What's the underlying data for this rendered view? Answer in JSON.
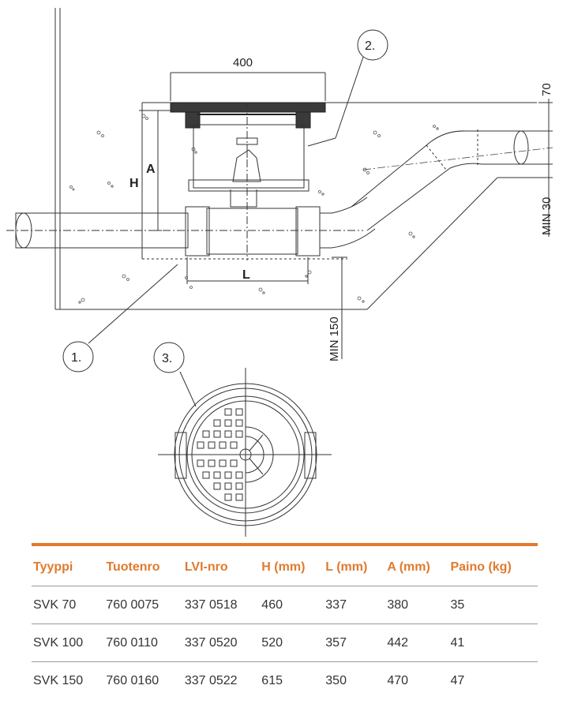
{
  "drawing": {
    "dim_width_top": "400",
    "dim_70": "70",
    "dim_min30": "MIN 30",
    "dim_min150": "MIN 150",
    "label_A": "A",
    "label_H": "H",
    "label_L": "L",
    "callout_1": "1.",
    "callout_2": "2.",
    "callout_3": "3."
  },
  "table": {
    "headers": [
      "Tyyppi",
      "Tuotenro",
      "LVI-nro",
      "H (mm)",
      "L (mm)",
      "A (mm)",
      "Paino (kg)"
    ],
    "rows": [
      [
        "SVK 70",
        "760 0075",
        "337 0518",
        "460",
        "337",
        "380",
        "35"
      ],
      [
        "SVK 100",
        "760 0110",
        "337 0520",
        "520",
        "357",
        "442",
        "41"
      ],
      [
        "SVK 150",
        "760 0160",
        "337 0522",
        "615",
        "350",
        "470",
        "47"
      ]
    ],
    "accent_color": "#e07a2e"
  }
}
